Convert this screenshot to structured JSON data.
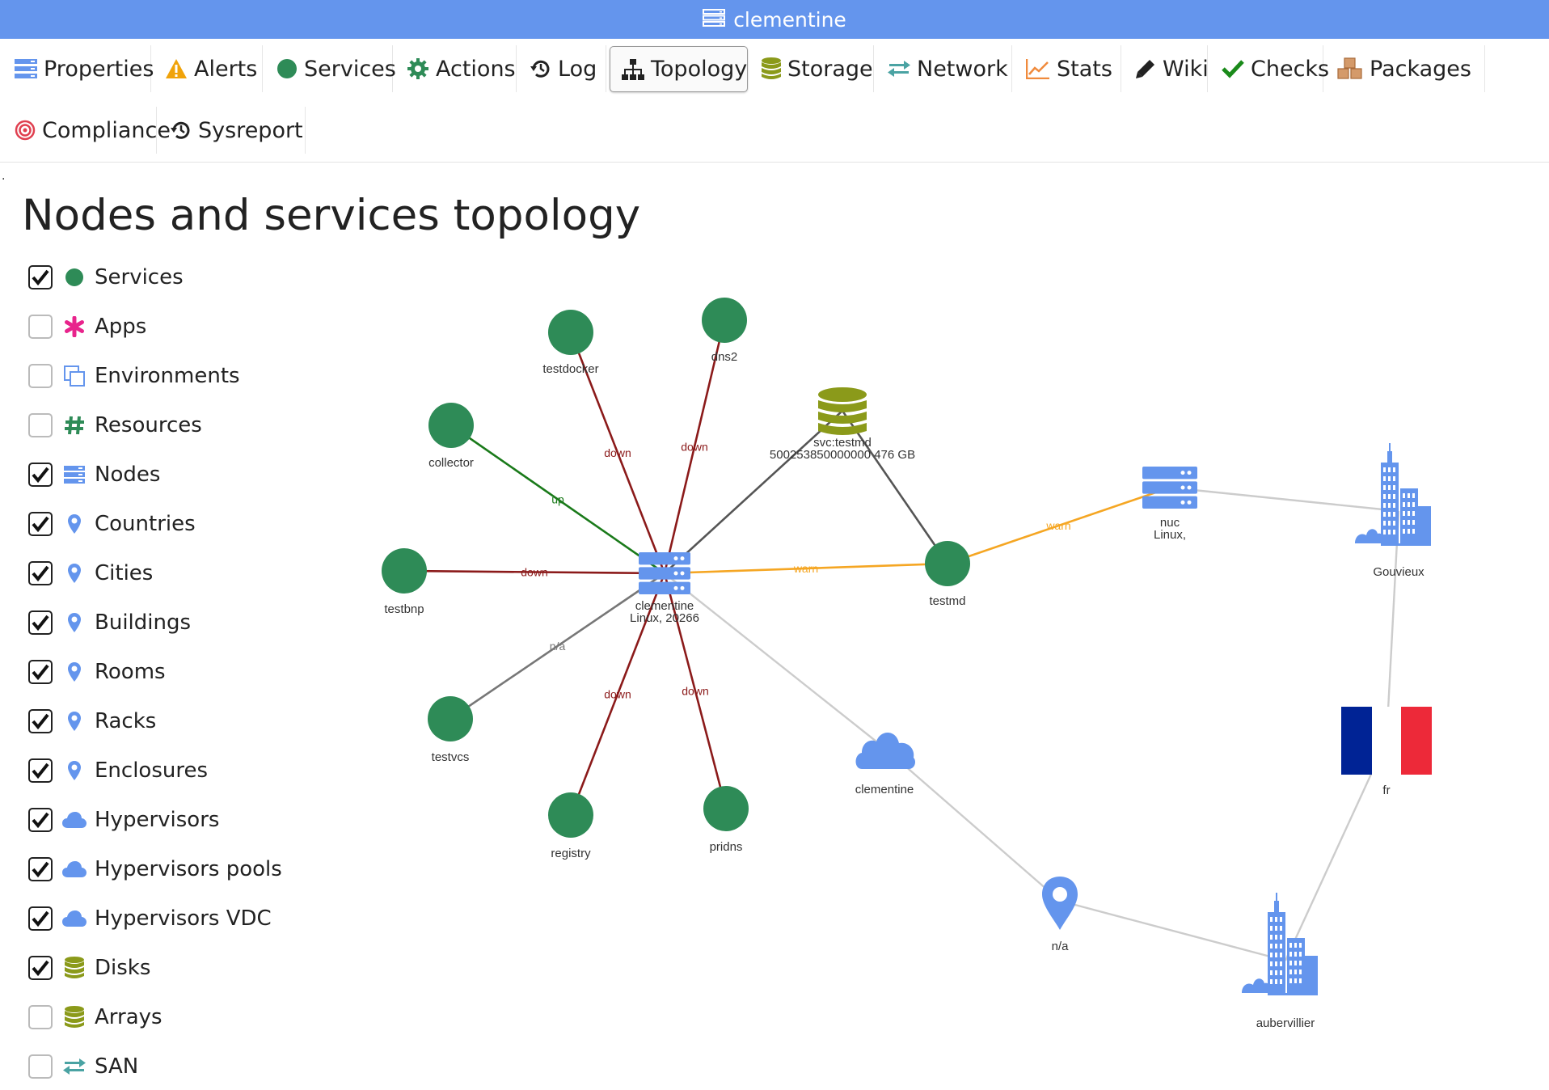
{
  "app": {
    "title": "clementine"
  },
  "tabs": [
    {
      "label": "Properties",
      "icon": "server-icon"
    },
    {
      "label": "Alerts",
      "icon": "warning-icon"
    },
    {
      "label": "Services",
      "icon": "circle-icon"
    },
    {
      "label": "Actions",
      "icon": "gear-icon"
    },
    {
      "label": "Log",
      "icon": "history-icon"
    },
    {
      "label": "Topology",
      "icon": "sitemap-icon",
      "active": true
    },
    {
      "label": "Storage",
      "icon": "database-icon"
    },
    {
      "label": "Network",
      "icon": "arrows-icon"
    },
    {
      "label": "Stats",
      "icon": "chart-icon"
    },
    {
      "label": "Wiki",
      "icon": "pencil-icon"
    },
    {
      "label": "Checks",
      "icon": "check-icon"
    },
    {
      "label": "Packages",
      "icon": "cubes-icon"
    },
    {
      "label": "Compliance",
      "icon": "target-icon"
    },
    {
      "label": "Sysreport",
      "icon": "history-icon"
    }
  ],
  "stray_mark": ".",
  "page": {
    "title": "Nodes and services topology"
  },
  "filters": [
    {
      "label": "Services",
      "checked": true,
      "icon": "circle-icon"
    },
    {
      "label": "Apps",
      "checked": false,
      "icon": "asterisk-icon"
    },
    {
      "label": "Environments",
      "checked": false,
      "icon": "copy-icon"
    },
    {
      "label": "Resources",
      "checked": false,
      "icon": "hash-icon"
    },
    {
      "label": "Nodes",
      "checked": true,
      "icon": "server-icon"
    },
    {
      "label": "Countries",
      "checked": true,
      "icon": "map-marker-icon"
    },
    {
      "label": "Cities",
      "checked": true,
      "icon": "map-marker-icon"
    },
    {
      "label": "Buildings",
      "checked": true,
      "icon": "map-marker-icon"
    },
    {
      "label": "Rooms",
      "checked": true,
      "icon": "map-marker-icon"
    },
    {
      "label": "Racks",
      "checked": true,
      "icon": "map-marker-icon"
    },
    {
      "label": "Enclosures",
      "checked": true,
      "icon": "map-marker-icon"
    },
    {
      "label": "Hypervisors",
      "checked": true,
      "icon": "cloud-icon"
    },
    {
      "label": "Hypervisors pools",
      "checked": true,
      "icon": "cloud-icon"
    },
    {
      "label": "Hypervisors VDC",
      "checked": true,
      "icon": "cloud-icon"
    },
    {
      "label": "Disks",
      "checked": true,
      "icon": "database-icon"
    },
    {
      "label": "Arrays",
      "checked": false,
      "icon": "database-icon"
    },
    {
      "label": "SAN",
      "checked": false,
      "icon": "arrows-icon"
    }
  ],
  "colors": {
    "accent": "#6495ed",
    "service": "#2e8b57",
    "down": "#8b1a1a",
    "up": "#1a7a1a",
    "warn": "#f5a623",
    "na": "#777777",
    "link": "#cccccc",
    "disk": "#8b9a1a"
  },
  "graph": {
    "nodes": [
      {
        "id": "testdocker",
        "type": "service",
        "label": "testdocker"
      },
      {
        "id": "dns2",
        "type": "service",
        "label": "dns2"
      },
      {
        "id": "collector",
        "type": "service",
        "label": "collector"
      },
      {
        "id": "testbnp",
        "type": "service",
        "label": "testbnp"
      },
      {
        "id": "testvcs",
        "type": "service",
        "label": "testvcs"
      },
      {
        "id": "registry",
        "type": "service",
        "label": "registry"
      },
      {
        "id": "pridns",
        "type": "service",
        "label": "pridns"
      },
      {
        "id": "testmd",
        "type": "service",
        "label": "testmd"
      },
      {
        "id": "disk",
        "type": "disk",
        "label": "svc:testmd",
        "label2": "500253850000000 476 GB"
      },
      {
        "id": "clementine",
        "type": "node",
        "label": "clementine",
        "label2": "Linux, 20266"
      },
      {
        "id": "nuc",
        "type": "node",
        "label": "nuc",
        "label2": "Linux,"
      },
      {
        "id": "hv",
        "type": "hypervisor",
        "label": "clementine"
      },
      {
        "id": "gouvieux",
        "type": "city",
        "label": "Gouvieux"
      },
      {
        "id": "fr",
        "type": "country",
        "label": "fr"
      },
      {
        "id": "na",
        "type": "location",
        "label": "n/a"
      },
      {
        "id": "aubervillier",
        "type": "city",
        "label": "aubervillier"
      }
    ],
    "edges": [
      {
        "from": "clementine",
        "to": "testdocker",
        "label": "down",
        "status": "down"
      },
      {
        "from": "clementine",
        "to": "dns2",
        "label": "down",
        "status": "down"
      },
      {
        "from": "clementine",
        "to": "collector",
        "label": "up",
        "status": "up"
      },
      {
        "from": "clementine",
        "to": "testbnp",
        "label": "down",
        "status": "down"
      },
      {
        "from": "clementine",
        "to": "testvcs",
        "label": "n/a",
        "status": "na"
      },
      {
        "from": "clementine",
        "to": "registry",
        "label": "down",
        "status": "down"
      },
      {
        "from": "clementine",
        "to": "pridns",
        "label": "down",
        "status": "down"
      },
      {
        "from": "clementine",
        "to": "testmd",
        "label": "warn",
        "status": "warn"
      },
      {
        "from": "clementine",
        "to": "disk",
        "label": "",
        "status": "dark"
      },
      {
        "from": "disk",
        "to": "testmd",
        "label": "",
        "status": "dark"
      },
      {
        "from": "testmd",
        "to": "nuc",
        "label": "warn",
        "status": "warn"
      },
      {
        "from": "nuc",
        "to": "gouvieux",
        "label": "",
        "status": "link"
      },
      {
        "from": "gouvieux",
        "to": "fr",
        "label": "",
        "status": "link"
      },
      {
        "from": "fr",
        "to": "aubervillier",
        "label": "",
        "status": "link"
      },
      {
        "from": "clementine",
        "to": "hv",
        "label": "",
        "status": "link"
      },
      {
        "from": "hv",
        "to": "na",
        "label": "",
        "status": "link"
      },
      {
        "from": "na",
        "to": "aubervillier",
        "label": "",
        "status": "link"
      }
    ]
  }
}
